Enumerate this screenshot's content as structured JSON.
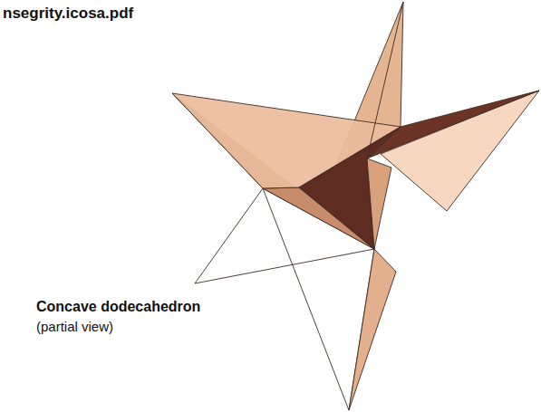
{
  "diagram": {
    "title": "nsegrity.icosa.pdf",
    "labels": [
      "Concave dodecahedron",
      "(partial view)"
    ]
  }
}
